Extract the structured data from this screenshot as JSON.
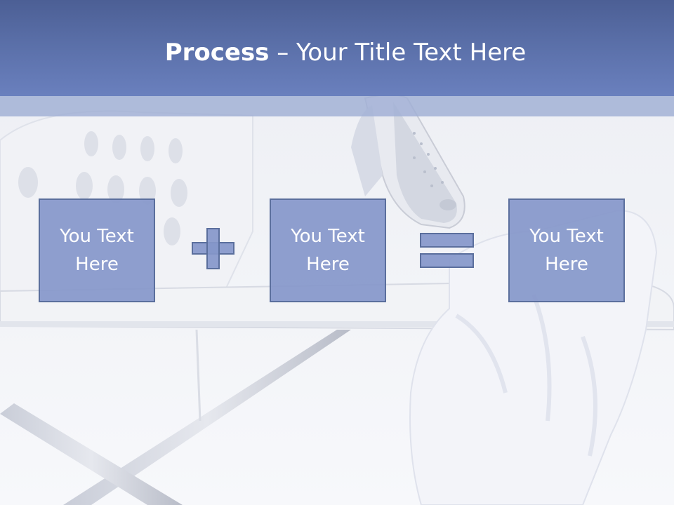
{
  "slide": {
    "title_bold": "Process",
    "title_rest": " – Your Title Text Here",
    "boxes": [
      {
        "text": "You Text\nHere"
      },
      {
        "text": "You Text\nHere"
      },
      {
        "text": "You Text\nHere"
      }
    ],
    "operators": [
      "plus-icon",
      "equals-icon"
    ]
  },
  "colors": {
    "title_bar": "#5a6fa8",
    "box_fill": "#8597ca",
    "box_border": "#5b6f9d",
    "text": "#ffffff"
  },
  "background": "ironing-board-photo"
}
